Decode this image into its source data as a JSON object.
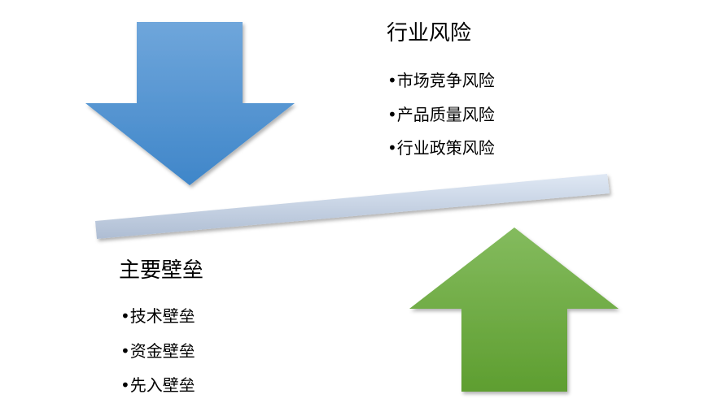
{
  "risk": {
    "title": "行业风险",
    "items": [
      "•市场竞争风险",
      "•产品质量风险",
      "•行业政策风险"
    ]
  },
  "barriers": {
    "title": "主要壁垒",
    "items": [
      "•技术壁垒",
      "•资金壁垒",
      "•先入壁垒"
    ]
  },
  "colors": {
    "down_arrow": "#4a8fd3",
    "up_arrow": "#6aab3c",
    "beam": "#c9d8ec"
  }
}
